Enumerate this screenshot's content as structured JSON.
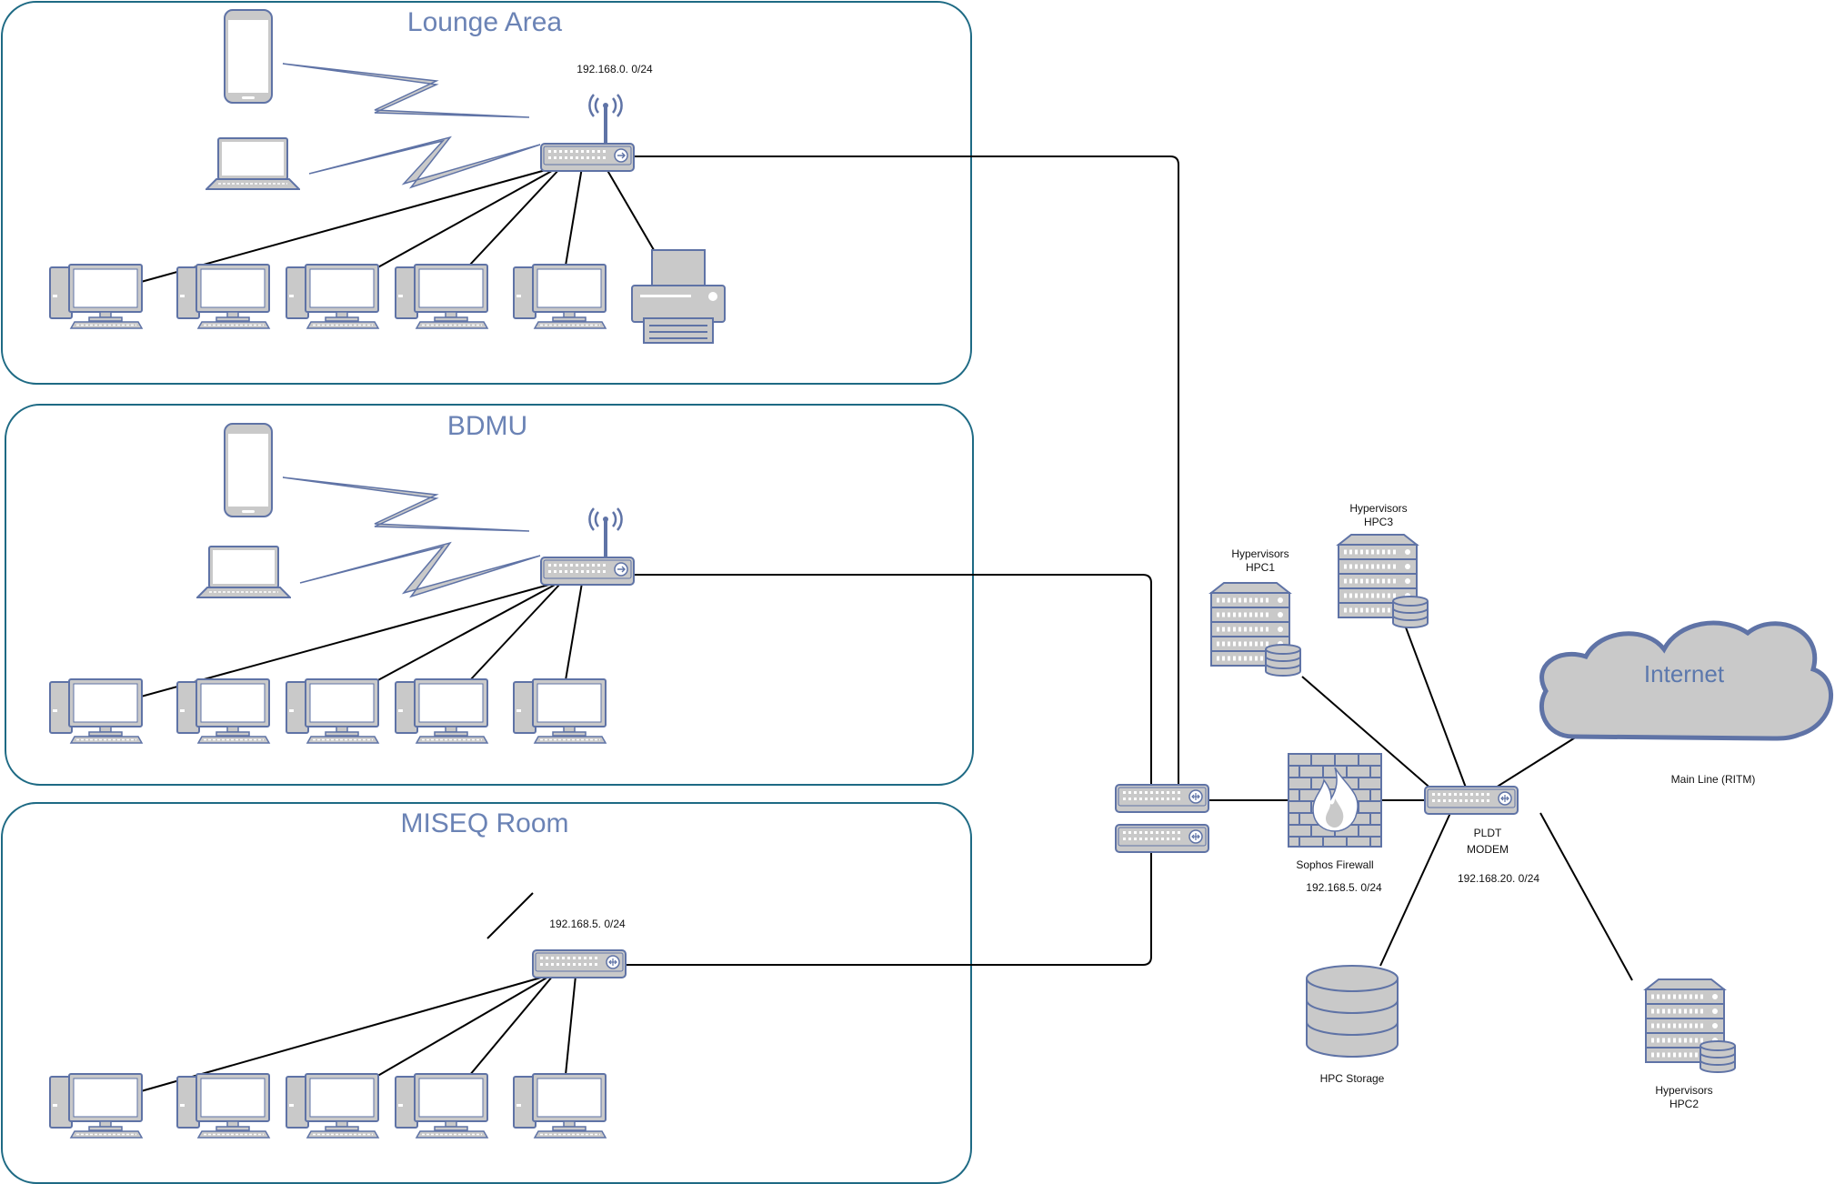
{
  "zones": {
    "lounge": {
      "title": "Lounge Area",
      "subnet": "192.168.0. 0/24"
    },
    "bdmu": {
      "title": "BDMU"
    },
    "miseq": {
      "title": "MISEQ Room",
      "subnet": "192.168.5. 0/24"
    }
  },
  "core": {
    "firewall": {
      "name": "Sophos Firewall",
      "subnet": "192.168.5. 0/24"
    },
    "modem": {
      "name_line1": "PLDT",
      "name_line2": "MODEM",
      "subnet": "192.168.20. 0/24"
    },
    "hpc1": {
      "line1": "Hypervisors",
      "line2": "HPC1"
    },
    "hpc3": {
      "line1": "Hypervisors",
      "line2": "HPC3"
    },
    "hpc2": {
      "line1": "Hypervisors",
      "line2": "HPC2"
    },
    "storage": {
      "name": "HPC Storage"
    },
    "internet": {
      "name": "Internet",
      "line_label": "Main Line (RITM)"
    }
  },
  "colors": {
    "zone_border": "#1e6a84",
    "device_fill": "#c9c9c9",
    "device_stroke": "#5f73a6",
    "title_text": "#6b83b5",
    "wire": "#000000"
  }
}
